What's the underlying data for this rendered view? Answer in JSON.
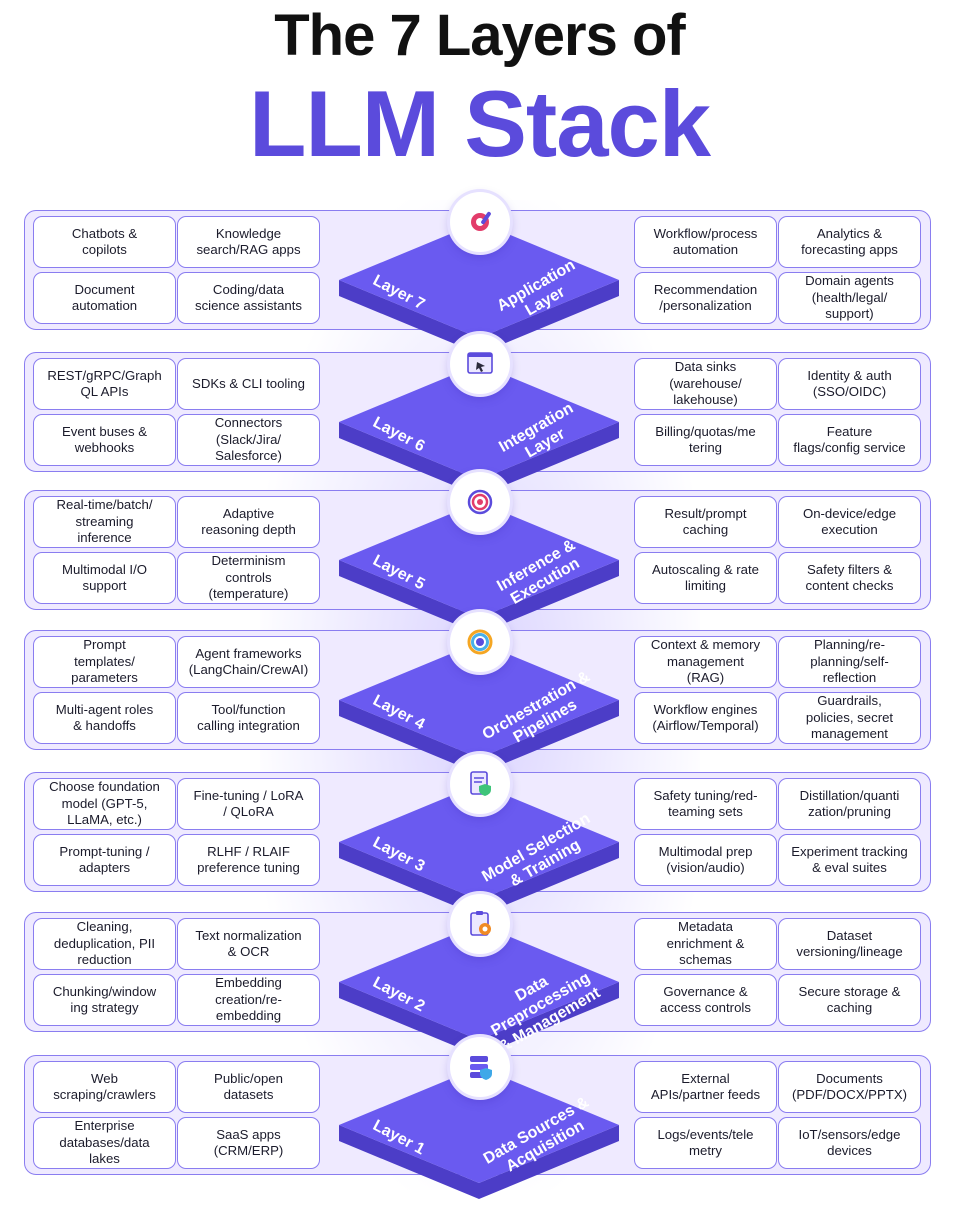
{
  "title": {
    "line1": "The 7  Layers of",
    "line2": "LLM Stack"
  },
  "layers": [
    {
      "number": "Layer 7",
      "name": "Application\nLayer",
      "icon": "gear-wrench-icon",
      "left": [
        "Chatbots &\ncopilots",
        "Knowledge\nsearch/RAG apps",
        "Document\nautomation",
        "Coding/data\nscience assistants"
      ],
      "right": [
        "Workflow/process\nautomation",
        "Analytics &\nforecasting apps",
        "Recommendation\n/personalization",
        "Domain agents\n(health/legal/\nsupport)"
      ]
    },
    {
      "number": "Layer 6",
      "name": "Integration\nLayer",
      "icon": "browser-cursor-icon",
      "left": [
        "REST/gRPC/Graph\nQL APIs",
        "SDKs & CLI tooling",
        "Event buses &\nwebhooks",
        "Connectors\n(Slack/Jira/\nSalesforce)"
      ],
      "right": [
        "Data sinks\n(warehouse/\nlakehouse)",
        "Identity & auth\n(SSO/OIDC)",
        "Billing/quotas/me\ntering",
        "Feature\nflags/config service"
      ]
    },
    {
      "number": "Layer 5",
      "name": "Inference &\nExecution",
      "icon": "target-icon",
      "left": [
        "Real-time/batch/\nstreaming\ninference",
        "Adaptive\nreasoning depth",
        "Multimodal I/O\nsupport",
        "Determinism\ncontrols\n(temperature)"
      ],
      "right": [
        "Result/prompt\ncaching",
        "On-device/edge\nexecution",
        "Autoscaling & rate\nlimiting",
        "Safety filters &\ncontent checks"
      ]
    },
    {
      "number": "Layer 4",
      "name": "Orchestration &\nPipelines",
      "icon": "rainbow-gear-icon",
      "left": [
        "Prompt\ntemplates/\nparameters",
        "Agent frameworks\n(LangChain/CrewAI)",
        "Multi-agent roles\n& handoffs",
        "Tool/function\ncalling integration"
      ],
      "right": [
        "Context & memory\nmanagement\n(RAG)",
        "Planning/re-\nplanning/self-\nreflection",
        "Workflow engines\n(Airflow/Temporal)",
        "Guardrails,\npolicies, secret\nmanagement"
      ]
    },
    {
      "number": "Layer 3",
      "name": "Model Selection\n& Training",
      "icon": "document-shield-icon",
      "left": [
        "Choose foundation\nmodel (GPT-5,\nLLaMA, etc.)",
        "Fine-tuning / LoRA\n/ QLoRA",
        "Prompt-tuning /\nadapters",
        "RLHF / RLAIF\npreference tuning"
      ],
      "right": [
        "Safety tuning/red-\nteaming sets",
        "Distillation/quanti\nzation/pruning",
        "Multimodal prep\n(vision/audio)",
        "Experiment tracking\n& eval suites"
      ]
    },
    {
      "number": "Layer 2",
      "name": "Data Preprocessing\n& Management",
      "icon": "clipboard-gear-icon",
      "left": [
        "Cleaning,\ndeduplication, PII\nreduction",
        "Text normalization\n& OCR",
        "Chunking/window\ning strategy",
        "Embedding\ncreation/re-\nembedding"
      ],
      "right": [
        "Metadata\nenrichment &\nschemas",
        "Dataset\nversioning/lineage",
        "Governance &\naccess controls",
        "Secure storage &\ncaching"
      ]
    },
    {
      "number": "Layer 1",
      "name": "Data Sources &\nAcquisition",
      "icon": "database-shield-icon",
      "left": [
        "Web\nscraping/crawlers",
        "Public/open\ndatasets",
        "Enterprise\ndatabases/data\nlakes",
        "SaaS apps\n(CRM/ERP)"
      ],
      "right": [
        "External\nAPIs/partner feeds",
        "Documents\n(PDF/DOCX/PPTX)",
        "Logs/events/tele\nmetry",
        "IoT/sensors/edge\ndevices"
      ]
    }
  ]
}
